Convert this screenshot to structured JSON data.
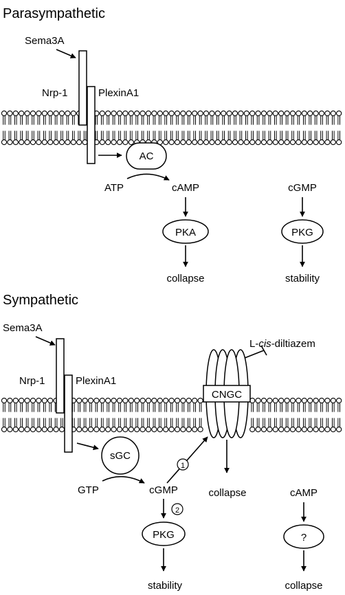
{
  "parasympathetic": {
    "title": "Parasympathetic",
    "ligand": "Sema3A",
    "receptor1": "Nrp-1",
    "receptor2": "PlexinA1",
    "enzyme": "AC",
    "substrate": "ATP",
    "messenger": "cAMP",
    "kinase": "PKA",
    "outcome": "collapse",
    "messenger2": "cGMP",
    "kinase2": "PKG",
    "outcome2": "stability"
  },
  "sympathetic": {
    "title": "Sympathetic",
    "ligand": "Sema3A",
    "receptor1": "Nrp-1",
    "receptor2": "PlexinA1",
    "inhibitor_prefix": "L-",
    "inhibitor_italic": "cis",
    "inhibitor_suffix": "-diltiazem",
    "channel": "CNGC",
    "enzyme": "sGC",
    "substrate": "GTP",
    "messenger": "cGMP",
    "path1": "1",
    "path2": "2",
    "outcome_channel": "collapse",
    "kinase": "PKG",
    "outcome": "stability",
    "messenger2": "cAMP",
    "unknown": "?",
    "outcome2": "collapse"
  }
}
